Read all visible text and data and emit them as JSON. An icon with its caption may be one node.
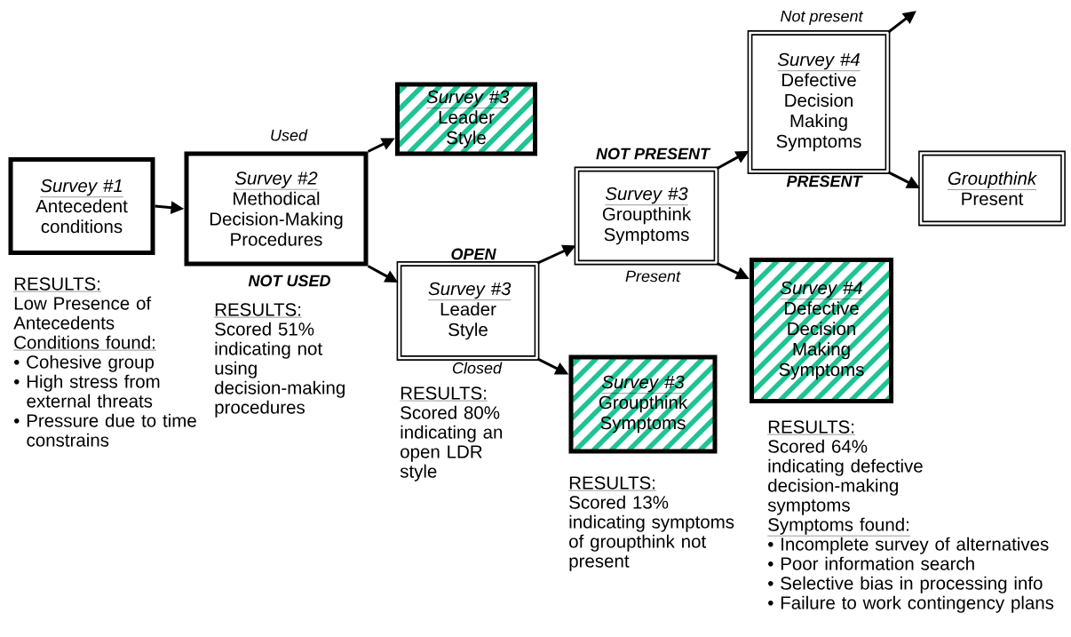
{
  "diagram": {
    "nodes": [
      {
        "text": [
          "Survey #1",
          "Antecedent conditions"
        ],
        "beside": [
          "RESULTS:",
          "Low Presence of Antecedents",
          "Conditions found:",
          "• Cohesive group",
          "• High stress from external threats",
          "• Pressure due to time constrains"
        ]
      },
      {
        "text": [
          "Survey #2",
          "Methodical Decision-Making Procedures"
        ],
        "beside": [
          "RESULTS:",
          "Scored 51% indicating not using decision-making procedures"
        ]
      },
      {
        "text": [
          "Survey #3",
          "Leader Style"
        ]
      },
      {
        "text": [
          "Survey #3",
          "Leader Style"
        ],
        "beside": [
          "RESULTS:",
          "Scored 80% indicating an open LDR style"
        ]
      },
      {
        "text": [
          "Survey #3",
          "Groupthink Symptoms"
        ]
      },
      {
        "text": [
          "Survey #3",
          "Groupthink Symptoms"
        ],
        "beside": [
          "RESULTS:",
          "Scored 13% indicating symptoms of groupthink not present"
        ]
      },
      {
        "text": [
          "Survey #4",
          "Defective Decision Making Symptoms"
        ]
      },
      {
        "text": [
          "Groupthink",
          "Present"
        ]
      },
      {
        "text": [
          "Survey #4",
          "Defective Decision Making Symptoms"
        ],
        "beside": [
          "RESULTS:",
          "Scored 64% indicating defective decision-making symptoms",
          "Symptoms found:",
          "• Incomplete survey of alternatives",
          "• Poor information search",
          "• Selective bias in processing info",
          "• Failure to work contingency plans"
        ]
      }
    ],
    "edges": [
      {
        "from": 0,
        "to": 1,
        "arrow": "to"
      },
      {
        "from": 1,
        "to": 2,
        "arrow": "to",
        "label": "Used"
      },
      {
        "from": 1,
        "to": 3,
        "arrow": "to",
        "label": "NOT USED"
      },
      {
        "from": 3,
        "to": 4,
        "arrow": "to",
        "label": "OPEN"
      },
      {
        "from": 3,
        "to": 5,
        "arrow": "to",
        "label": "Closed"
      },
      {
        "from": 4,
        "to": 6,
        "arrow": "to",
        "label": "NOT PRESENT"
      },
      {
        "from": 4,
        "to": 8,
        "arrow": "to",
        "label": "Present"
      },
      {
        "from": 6,
        "to": null,
        "arrow": "to",
        "label": "Not present"
      },
      {
        "from": 6,
        "to": 7,
        "arrow": "to",
        "label": "PRESENT"
      }
    ]
  }
}
